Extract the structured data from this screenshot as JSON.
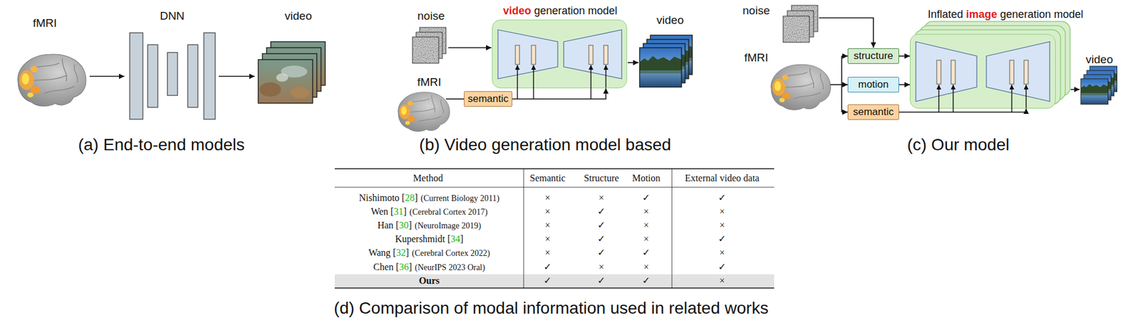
{
  "diagram": {
    "nodes": [
      {
        "text": [
          "video",
          "generation model"
        ]
      },
      {
        "text": [
          "semantic"
        ]
      },
      {
        "text": [
          "Inflated",
          "image",
          "generation model"
        ]
      },
      {
        "text": [
          "structure"
        ]
      },
      {
        "text": [
          "motion"
        ]
      },
      {
        "text": [
          "semantic"
        ]
      }
    ],
    "edges": [
      {
        "from": 1,
        "to": 0,
        "arrow": "to"
      },
      {
        "from": 3,
        "to": 2,
        "arrow": "to"
      },
      {
        "from": 4,
        "to": 2,
        "arrow": "to"
      },
      {
        "from": 5,
        "to": 2,
        "arrow": "to"
      }
    ],
    "labels": [
      "fMRI",
      "DNN",
      "video",
      "(a) End-to-end models",
      "noise",
      "fMRI",
      "video",
      "(b) Video generation model based",
      "noise",
      "fMRI",
      "video",
      "(c) Our model",
      "Method",
      "Semantic",
      "Structure",
      "Motion",
      "External video data",
      "Nishimoto [",
      "28",
      "]",
      "(Current Biology 2011)",
      "×",
      "×",
      "✓",
      "✓",
      "Wen [",
      "31",
      "]",
      "(Cerebral Cortex 2017)",
      "×",
      "✓",
      "×",
      "×",
      "Han [",
      "30",
      "]",
      "(NeuroImage 2019)",
      "×",
      "✓",
      "×",
      "×",
      "Kupershmidt [",
      "34",
      "]",
      "×",
      "✓",
      "×",
      "✓",
      "Wang [",
      "32",
      "]",
      "(Cerebral Cortex 2022)",
      "×",
      "✓",
      "✓",
      "×",
      "Chen [",
      "36",
      "]",
      "(NeurIPS 2023 Oral)",
      "✓",
      "×",
      "×",
      "✓",
      "Ours",
      "✓",
      "✓",
      "✓",
      "×",
      "(d) Comparison of modal information used in related works"
    ]
  }
}
